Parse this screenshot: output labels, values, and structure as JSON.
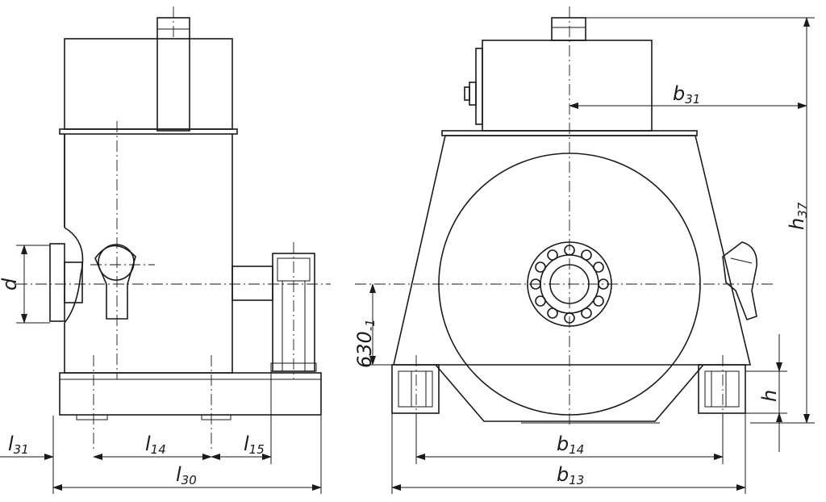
{
  "labels": {
    "d": "d",
    "l31": "l31",
    "l14": "l14",
    "l15": "l15",
    "l30": "l30",
    "b31": "b31",
    "h37": "h37",
    "h630": "630",
    "h630_sub": "-1",
    "h": "h",
    "b14": "b14",
    "b13": "b13"
  }
}
